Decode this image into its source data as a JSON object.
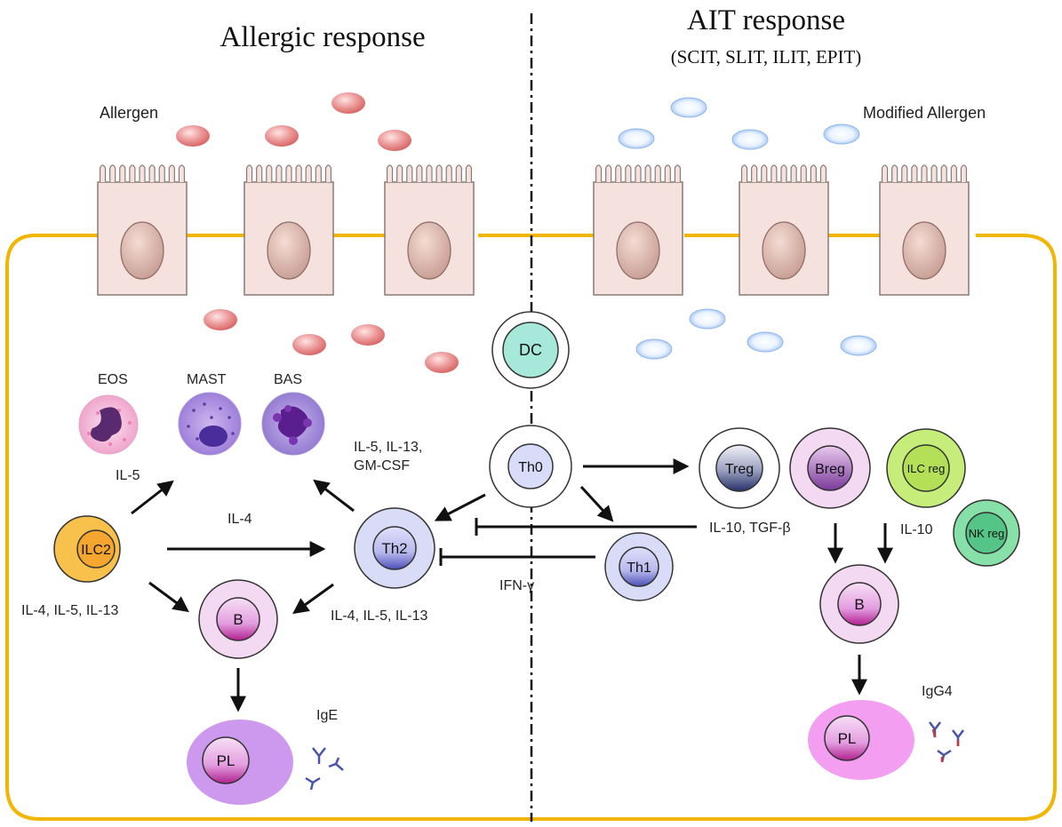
{
  "headings": {
    "left_title": "Allergic response",
    "right_title": "AIT response",
    "right_subtitle": "(SCIT, SLIT, ILIT, EPIT)"
  },
  "labels": {
    "allergen": "Allergen",
    "modified_allergen": "Modified Allergen",
    "eos": "EOS",
    "mast": "MAST",
    "bas": "BAS",
    "il5": "IL-5",
    "il5_il13": "IL-5, IL-13,",
    "gm_csf": "GM-CSF",
    "il4": "IL-4",
    "il4_il5_il13_left": "IL-4, IL-5, IL-13",
    "il4_il5_il13_th2": "IL-4, IL-5, IL-13",
    "ifn_gamma": "IFN-γ",
    "il10_tgfb": "IL-10, TGF-β",
    "il10": "IL-10",
    "ige": "IgE",
    "igg4": "IgG4"
  },
  "cells": {
    "dc": "DC",
    "th0": "Th0",
    "th2": "Th2",
    "th1": "Th1",
    "ilc2": "ILC2",
    "b_left": "B",
    "pl_left": "PL",
    "treg": "Treg",
    "breg": "Breg",
    "ilc_reg": "ILC reg",
    "nk_reg": "NK reg",
    "b_right": "B",
    "pl_right": "PL"
  },
  "colors": {
    "boundary": "#f2b500",
    "epithelium": "#f5e2de",
    "allergen": "#e07a7a",
    "modified_allergen": "#a8c8f2"
  }
}
